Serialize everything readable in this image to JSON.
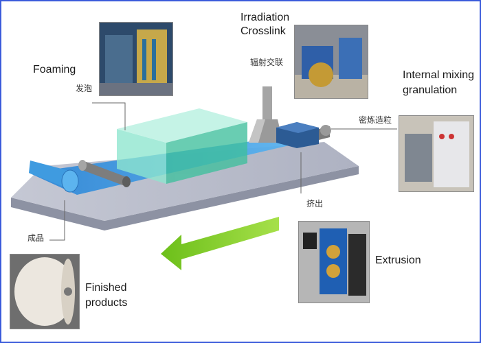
{
  "labels": {
    "foaming_en": "Foaming",
    "foaming_zh": "发泡",
    "irradiation_en_line1": "Irradiation",
    "irradiation_en_line2": "Crosslink",
    "irradiation_zh": "辐射交联",
    "mixing_en_line1": "Internal mixing",
    "mixing_en_line2": "granulation",
    "mixing_zh": "密炼造粒",
    "extrusion_en": "Extrusion",
    "extrusion_zh": "挤出",
    "finished_en_line1": "Finished",
    "finished_en_line2": "products",
    "finished_zh": "成品"
  },
  "photos": [
    {
      "name": "foaming-photo",
      "depicts": "factory foaming line"
    },
    {
      "name": "irradiation-photo",
      "depicts": "irradiation crosslink machine"
    },
    {
      "name": "mixing-photo",
      "depicts": "internal mixer machine"
    },
    {
      "name": "extrusion-photo",
      "depicts": "extrusion machine"
    },
    {
      "name": "finished-photo",
      "depicts": "foam roll"
    }
  ],
  "colors": {
    "frame": "#3b5bdb",
    "platform_top": "#b8bccb",
    "platform_side": "#8d92a3",
    "sheet": "#3f9be0",
    "foaming_box": "#5fd4b8",
    "arrow": "#8ad12b",
    "irradiation_hopper": "#9a9a9a",
    "mixing_block": "#3a6aa5"
  },
  "icons": {
    "flow_arrow": "left-arrow-icon"
  }
}
